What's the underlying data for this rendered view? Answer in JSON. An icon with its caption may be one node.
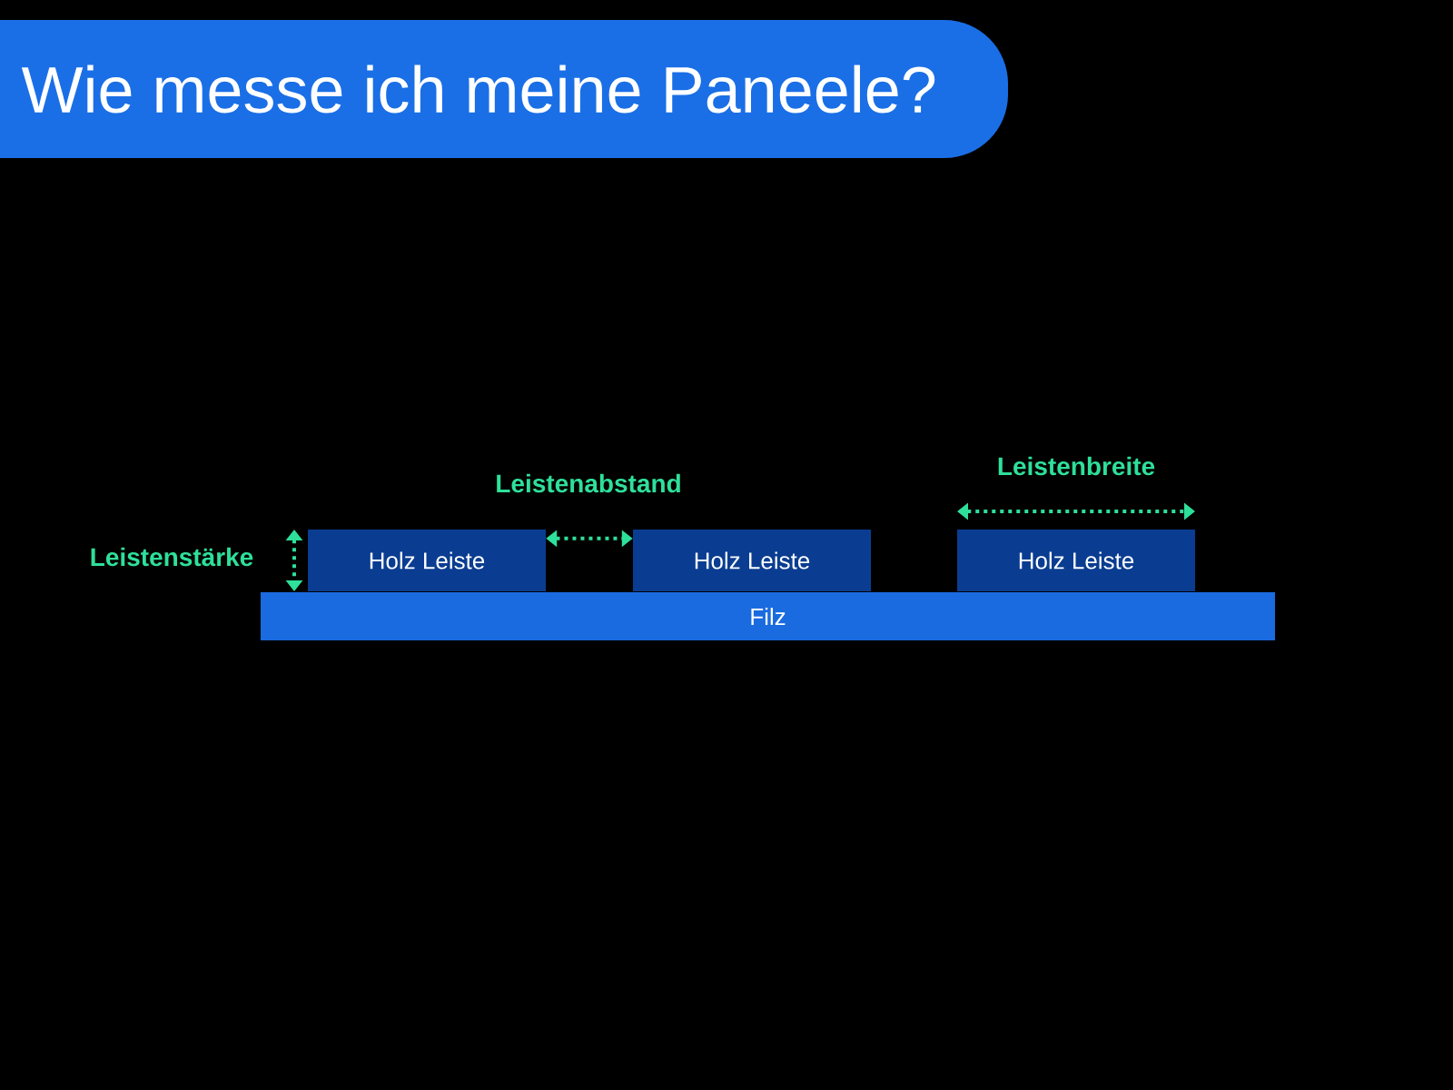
{
  "diagram": {
    "title": "Wie messe ich meine Paneele?",
    "nodes": [
      {
        "text": [
          "Holz Leiste"
        ]
      },
      {
        "text": [
          "Holz Leiste"
        ]
      },
      {
        "text": [
          "Holz Leiste"
        ]
      },
      {
        "text": [
          "Filz"
        ]
      }
    ],
    "edges": [
      {
        "from": 0,
        "to": 1,
        "arrow": "both",
        "style": "dashed",
        "color": "#2ee09a"
      }
    ],
    "labels": [
      "Leistenbreite",
      "Leistenabstand",
      "Leistenstärke"
    ]
  }
}
